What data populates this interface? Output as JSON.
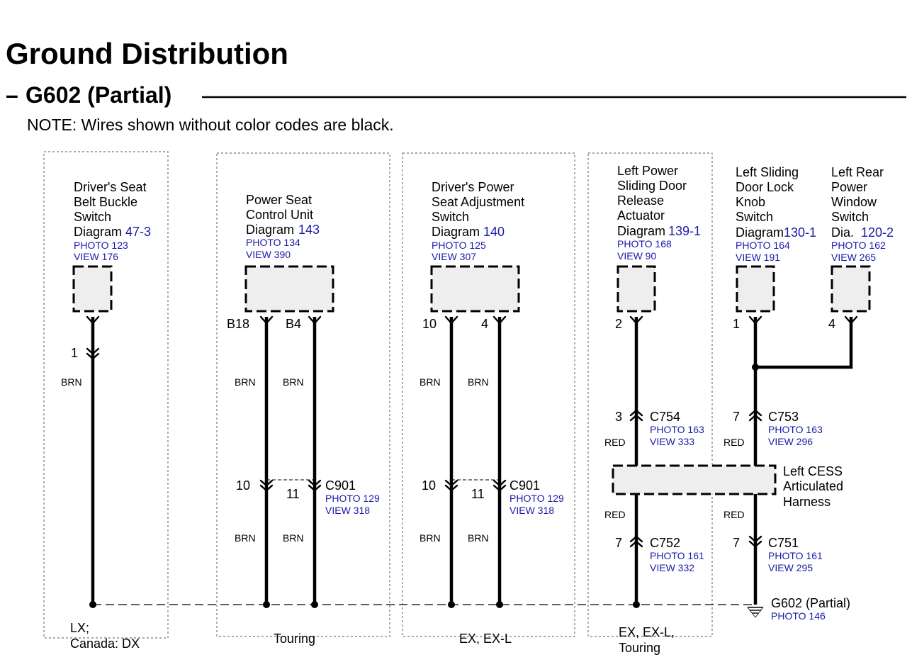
{
  "page": {
    "title": "Ground Distribution",
    "subtitle_dash": "–",
    "subtitle": "G602 (Partial)",
    "note": "NOTE: Wires shown without color codes are black."
  },
  "zones": {
    "lx": [
      "LX;",
      "Canada: DX"
    ],
    "touring": "Touring",
    "ex": "EX, EX-L",
    "ex_touring": [
      "EX, EX-L,",
      "Touring"
    ]
  },
  "components": {
    "buckle": {
      "name_lines": [
        "Driver's Seat",
        "Belt Buckle",
        "Switch"
      ],
      "diagram_label": "Diagram",
      "diagram_ref": "47-3",
      "photo": "PHOTO 123",
      "view": "VIEW 176",
      "pins": [
        "1"
      ],
      "wire_colors": [
        "BRN"
      ]
    },
    "seat_control": {
      "name_lines": [
        "Power Seat",
        "Control Unit"
      ],
      "diagram_label": "Diagram",
      "diagram_ref": "143",
      "photo": "PHOTO 134",
      "view": "VIEW 390",
      "pins": [
        "B18",
        "B4"
      ],
      "wire_colors": [
        "BRN",
        "BRN"
      ],
      "connector": {
        "name": "C901",
        "photo": "PHOTO 129",
        "view": "VIEW 318",
        "pins": [
          "10",
          "11"
        ]
      },
      "lower_colors": [
        "BRN",
        "BRN"
      ]
    },
    "seat_adjust": {
      "name_lines": [
        "Driver's Power",
        "Seat Adjustment",
        "Switch"
      ],
      "diagram_label": "Diagram",
      "diagram_ref": "140",
      "photo": "PHOTO 125",
      "view": "VIEW 307",
      "pins": [
        "10",
        "4"
      ],
      "wire_colors": [
        "BRN",
        "BRN"
      ],
      "connector": {
        "name": "C901",
        "photo": "PHOTO 129",
        "view": "VIEW 318",
        "pins": [
          "10",
          "11"
        ]
      },
      "lower_colors": [
        "BRN",
        "BRN"
      ]
    },
    "door_release": {
      "name_lines": [
        "Left Power",
        "Sliding Door",
        "Release",
        "Actuator"
      ],
      "diagram_label": "Diagram",
      "diagram_ref": "139-1",
      "photo": "PHOTO 168",
      "view": "VIEW 90",
      "pins": [
        "2"
      ],
      "connector_upper": {
        "name": "C754",
        "pin": "3",
        "photo": "PHOTO 163",
        "view": "VIEW 333",
        "color": "RED"
      },
      "connector_lower": {
        "name": "C752",
        "pin": "7",
        "photo": "PHOTO 161",
        "view": "VIEW 332",
        "color": "RED"
      }
    },
    "door_lock": {
      "name_lines": [
        "Left Sliding",
        "Door Lock",
        "Knob",
        "Switch"
      ],
      "diagram_label": "Diagram",
      "diagram_ref": "130-1",
      "photo": "PHOTO 164",
      "view": "VIEW 191",
      "pins": [
        "1"
      ],
      "connector_upper": {
        "name": "C753",
        "pin": "7",
        "photo": "PHOTO 163",
        "view": "VIEW 296",
        "color": "RED"
      },
      "connector_lower": {
        "name": "C751",
        "pin": "7",
        "photo": "PHOTO 161",
        "view": "VIEW 295",
        "color": "RED"
      }
    },
    "rear_window": {
      "name_lines": [
        "Left Rear",
        "Power",
        "Window",
        "Switch"
      ],
      "diagram_label": "Dia.",
      "diagram_ref": "120-2",
      "photo": "PHOTO 162",
      "view": "VIEW 265",
      "pins": [
        "4"
      ]
    }
  },
  "harness": [
    "Left CESS",
    "Articulated",
    "Harness"
  ],
  "ground": {
    "name": "G602 (Partial)",
    "photo": "PHOTO 146"
  }
}
